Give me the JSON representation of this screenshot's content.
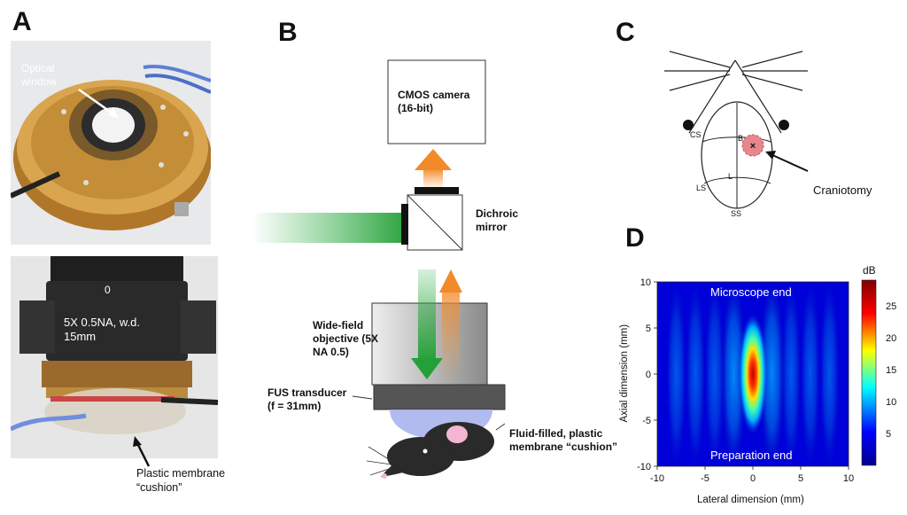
{
  "panels": {
    "a": {
      "letter": "A",
      "window_label": "Optical\nwindow",
      "objective_label": "5X 0.5NA, w.d.\n15mm",
      "objective_zero": "0",
      "membrane_label": "Plastic membrane\n“cushion”"
    },
    "b": {
      "letter": "B",
      "camera_label": "CMOS camera\n(16-bit)",
      "mirror_label": "Dichroic\nmirror",
      "objective_label": "Wide-field\nobjective (5X\nNA 0.5)",
      "transducer_label": "FUS transducer\n(f = 31mm)",
      "cushion_label": "Fluid-filled, plastic\nmembrane “cushion”"
    },
    "c": {
      "letter": "C",
      "labels": [
        "CS",
        "B",
        "L",
        "LS",
        "SS"
      ],
      "craniotomy_label": "Craniotomy"
    },
    "d": {
      "letter": "D",
      "top_text": "Microscope end",
      "bottom_text": "Preparation end",
      "colorbar_unit": "dB",
      "colorbar_ticks": [
        "25",
        "20",
        "15",
        "10",
        "5"
      ]
    }
  },
  "chart_data": {
    "type": "heatmap",
    "title": "",
    "xlabel": "Lateral dimension (mm)",
    "ylabel": "Axial dimension (mm)",
    "xlim": [
      -10,
      10
    ],
    "ylim": [
      -10,
      10
    ],
    "x_ticks": [
      -10,
      -5,
      0,
      5,
      10
    ],
    "y_ticks": [
      10,
      5,
      0,
      -5,
      -10
    ],
    "colorbar": {
      "label": "dB",
      "min": 0,
      "max": 29,
      "ticks": [
        5,
        10,
        15,
        20,
        25
      ]
    },
    "annotations": [
      "Microscope end",
      "Preparation end"
    ],
    "peak": {
      "x": 0,
      "y": 0,
      "value": 29
    },
    "colors": [
      "#00008f",
      "#0000ff",
      "#00ffff",
      "#ffff00",
      "#ff0000",
      "#800000"
    ]
  }
}
